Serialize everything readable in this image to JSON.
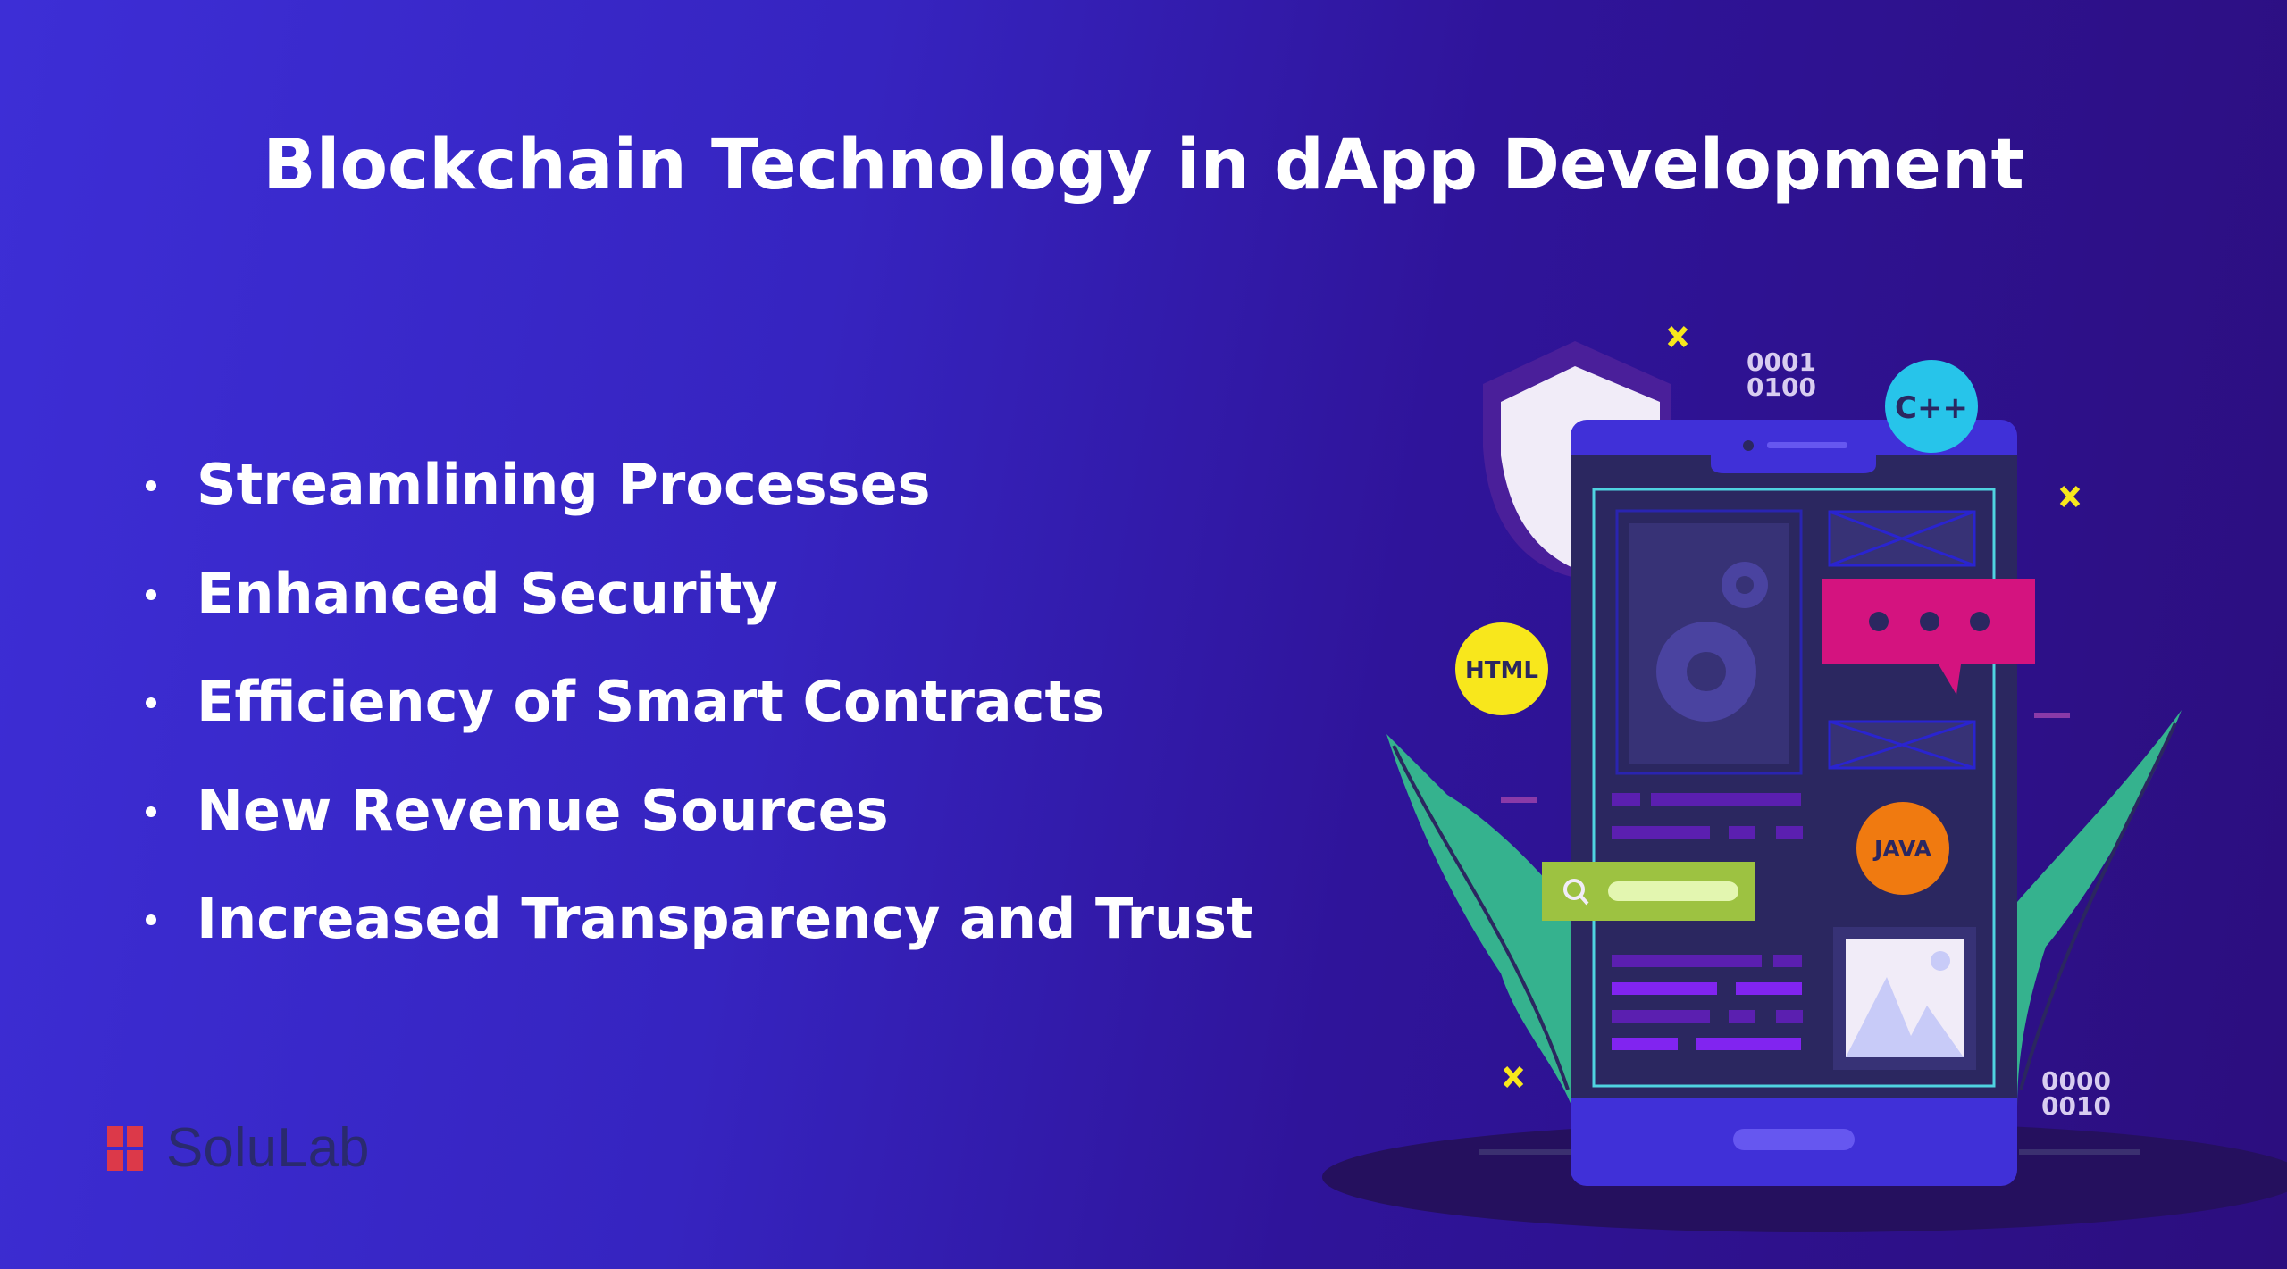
{
  "title": "Blockchain Technology in dApp Development",
  "bullets": [
    {
      "label": "Streamlining Processes"
    },
    {
      "label": "Enhanced Security"
    },
    {
      "label": "Efficiency of Smart Contracts"
    },
    {
      "label": "New Revenue Sources"
    },
    {
      "label": "Increased Transparency and Trust"
    }
  ],
  "logo": {
    "text": "SoluLab",
    "mark": "solulab-logo-icon"
  },
  "illustration": {
    "badges": {
      "cpp": "C++",
      "html": "HTML",
      "java": "JAVA"
    },
    "binary_top": [
      "0001",
      "0100"
    ],
    "binary_bottom": [
      "0000",
      "0010"
    ],
    "colors": {
      "phone_frame": "#4030d8",
      "screen": "#2b2760",
      "cpp_badge": "#27c4ea",
      "html_badge": "#f8e71c",
      "java_badge": "#f07a10",
      "chat_bubble": "#d4137f",
      "search_bar": "#9dc241",
      "leaf": "#35b28e",
      "cross": "#f8e71c"
    }
  }
}
